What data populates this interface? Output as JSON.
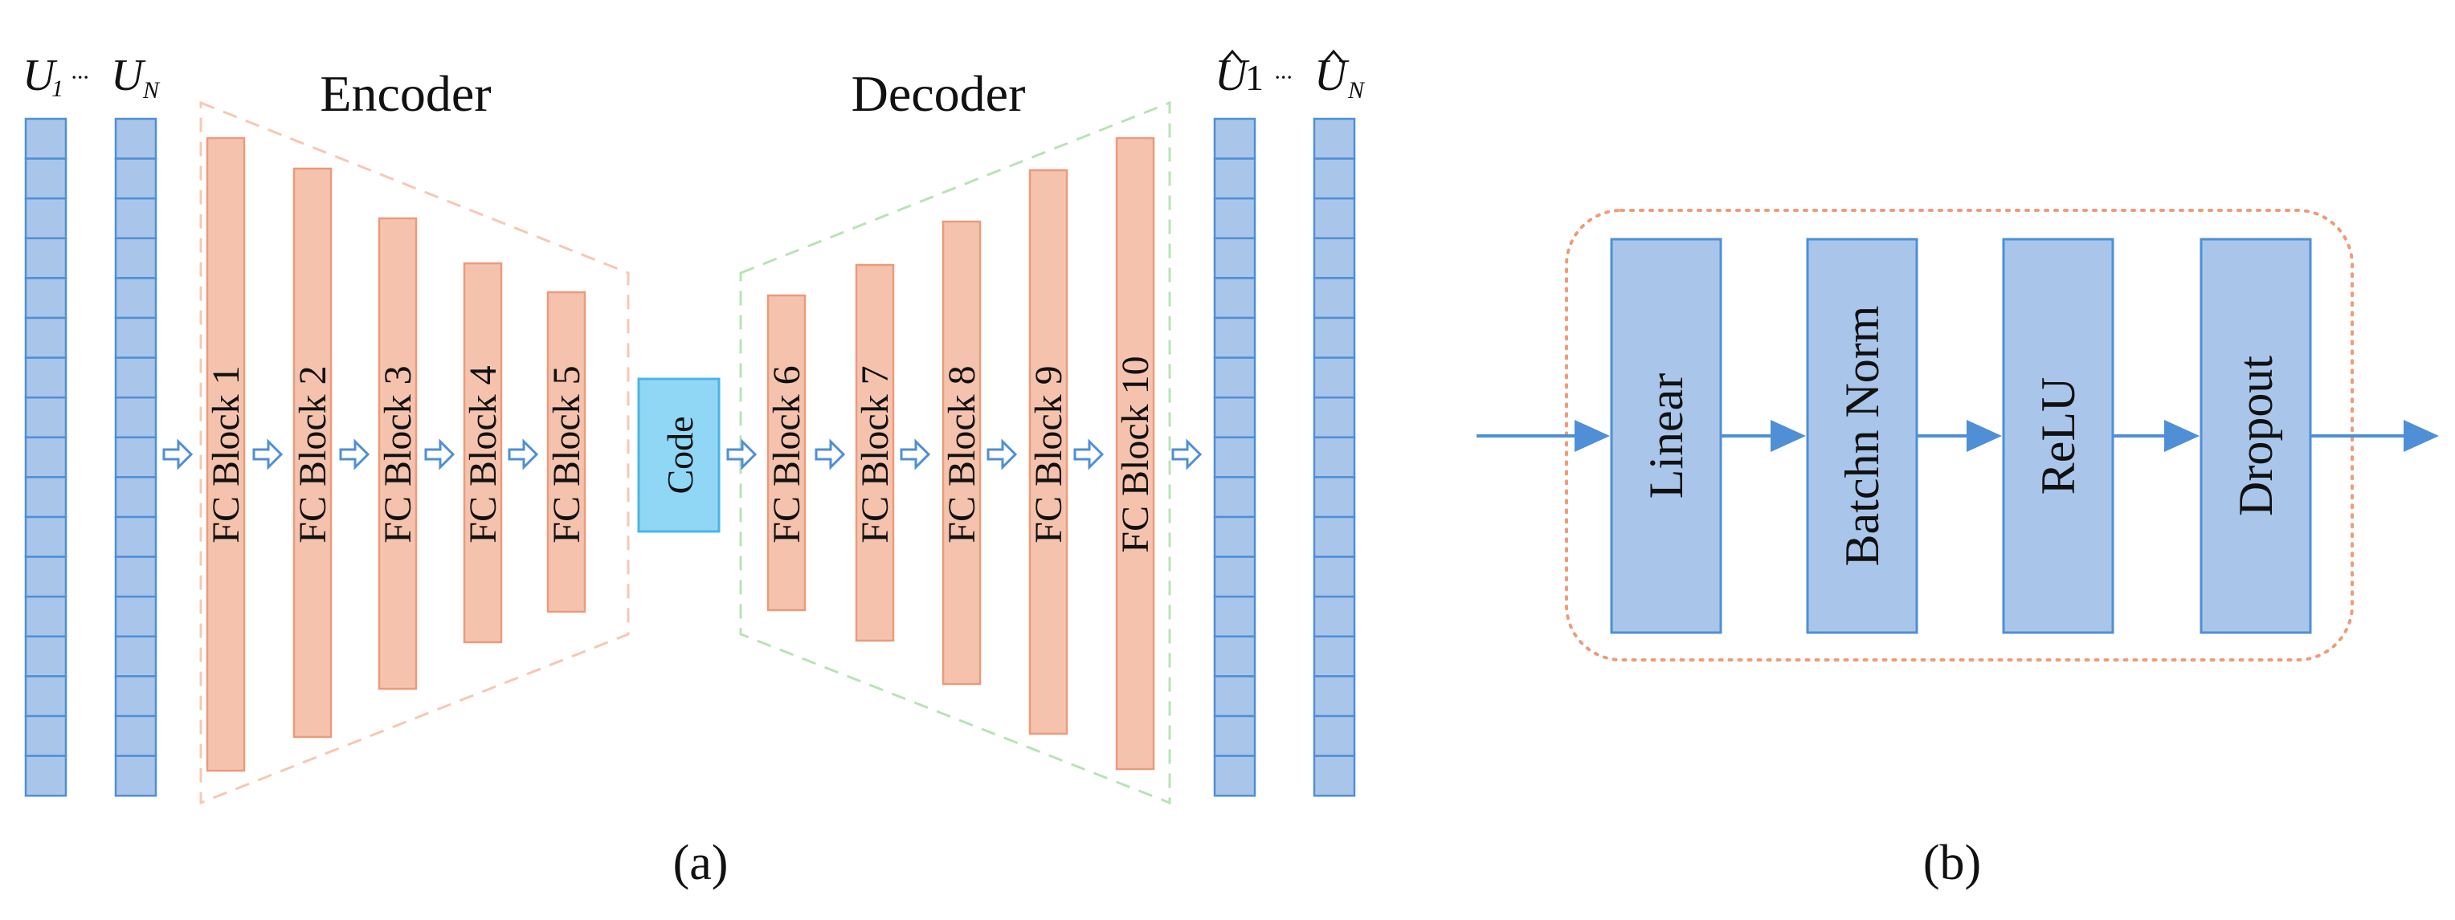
{
  "panel_a": {
    "input_labels": {
      "first": "U",
      "first_sub": "1",
      "dots": "···",
      "last": "U",
      "last_sub": "N"
    },
    "output_labels": {
      "first": "U",
      "first_sub": "1",
      "dots": "···",
      "last": "U",
      "last_sub": "N"
    },
    "encoder_title": "Encoder",
    "decoder_title": "Decoder",
    "code_label": "Code",
    "encoder_blocks": [
      "FC Block 1",
      "FC Block 2",
      "FC Block 3",
      "FC Block 4",
      "FC Block 5"
    ],
    "decoder_blocks": [
      "FC Block 6",
      "FC Block 7",
      "FC Block 8",
      "FC Block 9",
      "FC Block 10"
    ],
    "caption": "(a)"
  },
  "panel_b": {
    "blocks": [
      "Linear",
      "Batchn Norm",
      "ReLU",
      "Dropout"
    ],
    "caption": "(b)"
  },
  "colors": {
    "vector_fill": "#a9c6ea",
    "vector_stroke": "#4f8fd6",
    "fc_fill": "#f5c3ad",
    "fc_stroke": "#ec9a7a",
    "code_fill": "#8fd7f5",
    "code_stroke": "#4ab4e8",
    "encoder_trap": "#f6c8b4",
    "decoder_trap": "#b9e3b6",
    "arrow": "#4f8fd6",
    "dotted_border": "#ee9c78"
  }
}
